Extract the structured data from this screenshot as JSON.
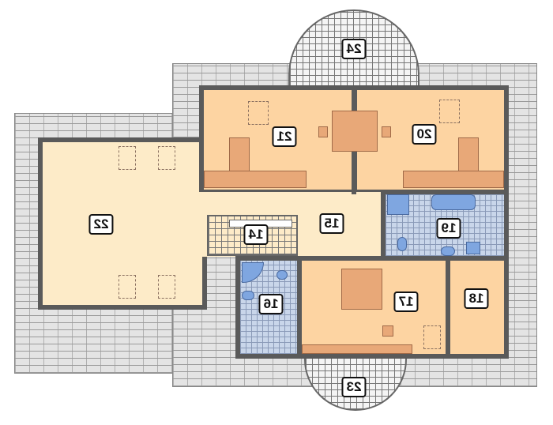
{
  "rooms": [
    {
      "id": "24",
      "type": "balcony"
    },
    {
      "id": "21",
      "type": "bedroom"
    },
    {
      "id": "20",
      "type": "bedroom"
    },
    {
      "id": "22",
      "type": "attic"
    },
    {
      "id": "15",
      "type": "hall"
    },
    {
      "id": "14",
      "type": "stairs"
    },
    {
      "id": "19",
      "type": "bathroom"
    },
    {
      "id": "16",
      "type": "bathroom"
    },
    {
      "id": "17",
      "type": "bedroom"
    },
    {
      "id": "18",
      "type": "room"
    },
    {
      "id": "23",
      "type": "balcony"
    }
  ],
  "colors": {
    "wall": "#5a5a5a",
    "bedroom": "#fdd4a2",
    "hall": "#fdebc8",
    "bath": "#c9d6ea",
    "furniture": "#e8a878",
    "fixture": "#7fa6e0"
  }
}
